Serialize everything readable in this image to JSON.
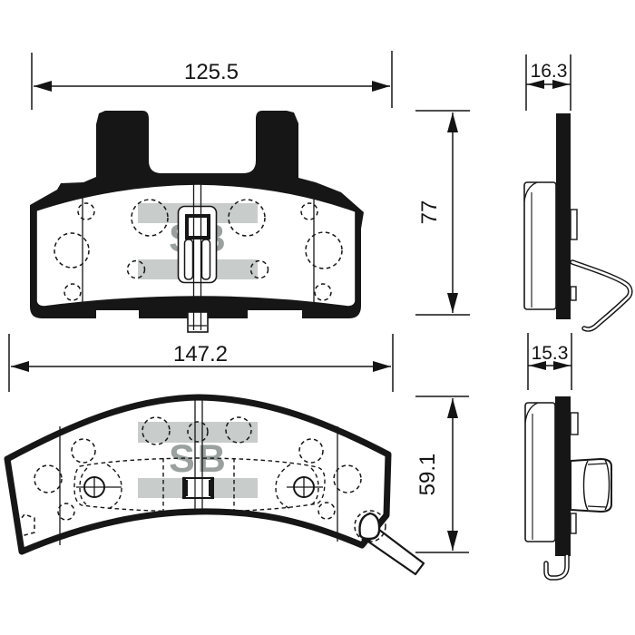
{
  "watermark": {
    "text": "SB",
    "bar_color": "#c8cccb",
    "text_color": "#9aa19f"
  },
  "colors": {
    "line": "#161616",
    "background": "#ffffff"
  },
  "pad_top_front": {
    "width": "125.5",
    "height": "77"
  },
  "pad_top_side": {
    "thickness": "16.3"
  },
  "pad_bottom_front": {
    "width": "147.2",
    "height": "59.1"
  },
  "pad_bottom_side": {
    "thickness": "15.3"
  }
}
